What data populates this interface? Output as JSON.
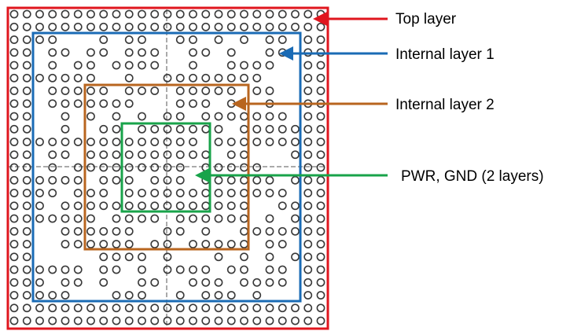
{
  "diagram": {
    "labels": {
      "top": "Top layer",
      "internal1": "Internal layer 1",
      "internal2": "Internal layer 2",
      "pwr_gnd": "PWR, GND (2 layers)"
    },
    "colors": {
      "top": "#e0161e",
      "internal1": "#1a6bb5",
      "internal2": "#b8651f",
      "pwr_gnd": "#18a34a",
      "pad": "#3a3a3a"
    },
    "grid": {
      "rows": 25,
      "cols": 25
    }
  }
}
